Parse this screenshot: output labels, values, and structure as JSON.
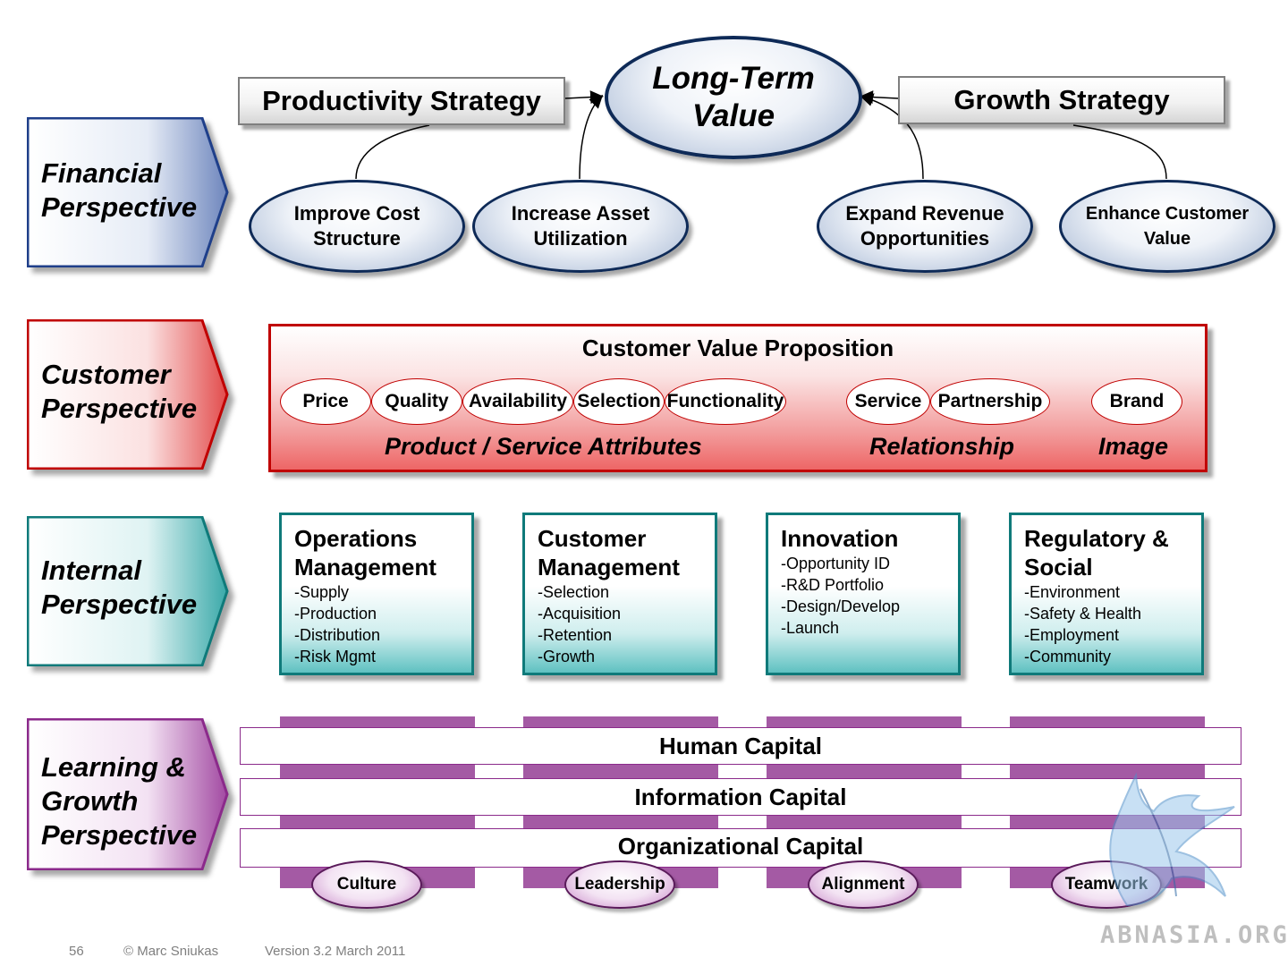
{
  "perspectives": {
    "financial": "Financial\nPerspective",
    "customer": "Customer\nPerspective",
    "internal": "Internal\nPerspective",
    "learning": "Learning &\nGrowth\nPerspective"
  },
  "financial": {
    "long_term_value": "Long-Term\nValue",
    "productivity_strategy": "Productivity Strategy",
    "growth_strategy": "Growth Strategy",
    "objectives": [
      "Improve Cost\nStructure",
      "Increase Asset\nUtilization",
      "Expand Revenue\nOpportunities",
      "Enhance Customer\nValue"
    ]
  },
  "customer": {
    "title": "Customer Value Proposition",
    "attributes": [
      "Price",
      "Quality",
      "Availability",
      "Selection",
      "Functionality",
      "Service",
      "Partnership",
      "Brand"
    ],
    "groups": [
      "Product / Service Attributes",
      "Relationship",
      "Image"
    ]
  },
  "internal": {
    "processes": [
      {
        "title": "Operations\nManagement",
        "items": [
          "-Supply",
          "-Production",
          "-Distribution",
          "-Risk Mgmt"
        ]
      },
      {
        "title": "Customer\nManagement",
        "items": [
          "-Selection",
          "-Acquisition",
          "-Retention",
          "-Growth"
        ]
      },
      {
        "title": "Innovation",
        "items": [
          "-Opportunity ID",
          "-R&D Portfolio",
          "-Design/Develop",
          "-Launch"
        ]
      },
      {
        "title": "Regulatory &\nSocial",
        "items": [
          "-Environment",
          "-Safety & Health",
          "-Employment",
          "-Community"
        ]
      }
    ]
  },
  "learning": {
    "capitals": [
      "Human Capital",
      "Information Capital",
      "Organizational Capital"
    ],
    "ovals": [
      "Culture",
      "Leadership",
      "Alignment",
      "Teamwork"
    ]
  },
  "footer": {
    "page": "56",
    "copyright": "© Marc Sniukas",
    "version": "Version 3.2 March 2011"
  },
  "watermark": "ABNASIA.ORG",
  "colors": {
    "financial": "#1f3f8a",
    "customer": "#c00000",
    "internal": "#0f7a7a",
    "learning": "#8b2a8b"
  }
}
